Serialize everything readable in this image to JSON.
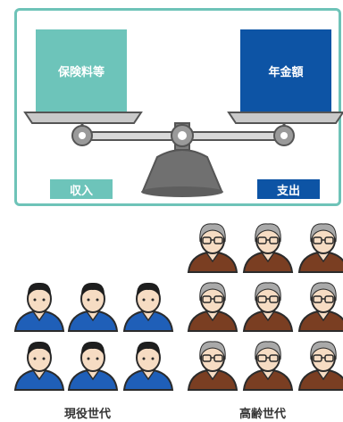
{
  "balance": {
    "left_box_label": "保険料等",
    "right_box_label": "年金額",
    "left_tag": "収入",
    "right_tag": "支出"
  },
  "groups": {
    "working_label": "現役世代",
    "elderly_label": "高齢世代"
  },
  "colors": {
    "teal": "#6dc4ba",
    "navy": "#0d54a5",
    "worker_shirt": "#1f5fb8",
    "elder_shirt": "#7a3e22"
  }
}
